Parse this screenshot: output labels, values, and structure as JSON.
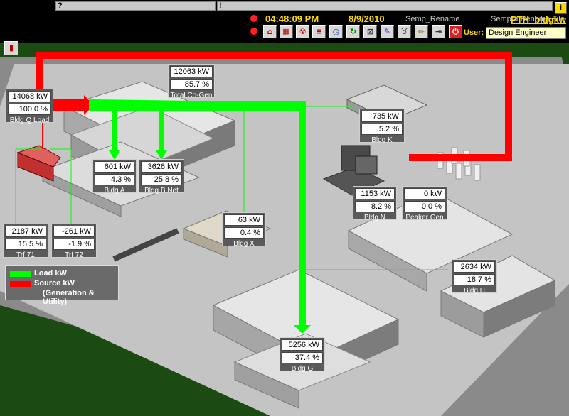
{
  "header": {
    "alarm_mark": "?",
    "event_mark": "!",
    "time": "04:48:09 PM",
    "date": "8/9/2010",
    "rename_left": "Semp_Rename",
    "rename_right": "Sempra Rename File",
    "station": "PTH_bldgkw",
    "user_label": "User:",
    "user_value": "Design Engineer",
    "toolbar_icons": [
      "home-icon",
      "factory-icon",
      "hazard-icon",
      "layers-icon",
      "meter-icon",
      "refresh-icon",
      "grid-icon",
      "edit-icon",
      "cow-icon",
      "pencil-icon",
      "exit-icon",
      "stop-icon"
    ]
  },
  "panels": {
    "bldg_q": {
      "kw": "14068 kW",
      "pct": "100.0 %",
      "name": "Bldg Q Load"
    },
    "cogen": {
      "kw": "12063 kW",
      "pct": "85.7 %",
      "name": "Total Co-Gen"
    },
    "bldg_k": {
      "kw": "735 kW",
      "pct": "5.2 %",
      "name": "Bldg K"
    },
    "bldg_a": {
      "kw": "601 kW",
      "pct": "4.3 %",
      "name": "Bldg A"
    },
    "bldg_b": {
      "kw": "3626 kW",
      "pct": "25.8 %",
      "name": "Bldg B Net"
    },
    "bldg_n": {
      "kw": "1153 kW",
      "pct": "8.2 %",
      "name": "Bldg N"
    },
    "peaker": {
      "kw": "0 kW",
      "pct": "0.0 %",
      "name": "Peaker Gen"
    },
    "bldg_x": {
      "kw": "63 kW",
      "pct": "0.4 %",
      "name": "Bldg X"
    },
    "trf71": {
      "kw": "2187 kW",
      "pct": "15.5 %",
      "name": "Trf 71"
    },
    "trf72": {
      "kw": "-261 kW",
      "pct": "-1.9 %",
      "name": "Trf 72"
    },
    "bldg_h": {
      "kw": "2634 kW",
      "pct": "18.7 %",
      "name": "Bldg H"
    },
    "bldg_g": {
      "kw": "5256 kW",
      "pct": "37.4 %",
      "name": "Bldg G"
    }
  },
  "legend": {
    "load": "Load kW",
    "source": "Source kW",
    "source_sub": "(Generation & Utility)"
  },
  "colors": {
    "load": "#00ff00",
    "source": "#ff0000",
    "ground": "#1b4a13",
    "pad": "#c4c4c4"
  }
}
